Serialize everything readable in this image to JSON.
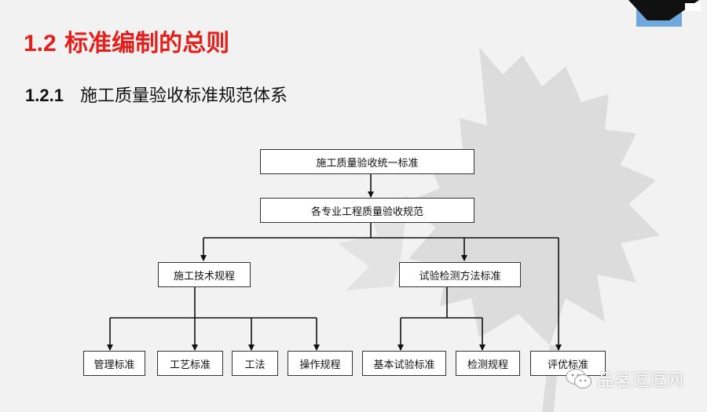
{
  "slide": {
    "title_number": "1.2",
    "title_text": "标准编制的总则",
    "subtitle_number": "1.2.1",
    "subtitle_text": "施工质量验收标准规范体系"
  },
  "diagram": {
    "root": "施工质量验收统一标准",
    "level2": "各专业工程质量验收规范",
    "branch_left": "施工技术规程",
    "branch_right": "试验检测方法标准",
    "leaves_left": [
      "管理标准",
      "工艺标准",
      "工法",
      "操作规程"
    ],
    "leaves_right": [
      "基本试验标准",
      "检测规程"
    ],
    "leaf_direct": "评优标准"
  },
  "watermark": {
    "text": "品茗逗逗网",
    "icon": "wechat-icon"
  },
  "colors": {
    "title": "#e3201b",
    "background": "#f2f2f2",
    "silhouette": "#dcdcdc",
    "corner_accent": "#6fa8dc"
  }
}
